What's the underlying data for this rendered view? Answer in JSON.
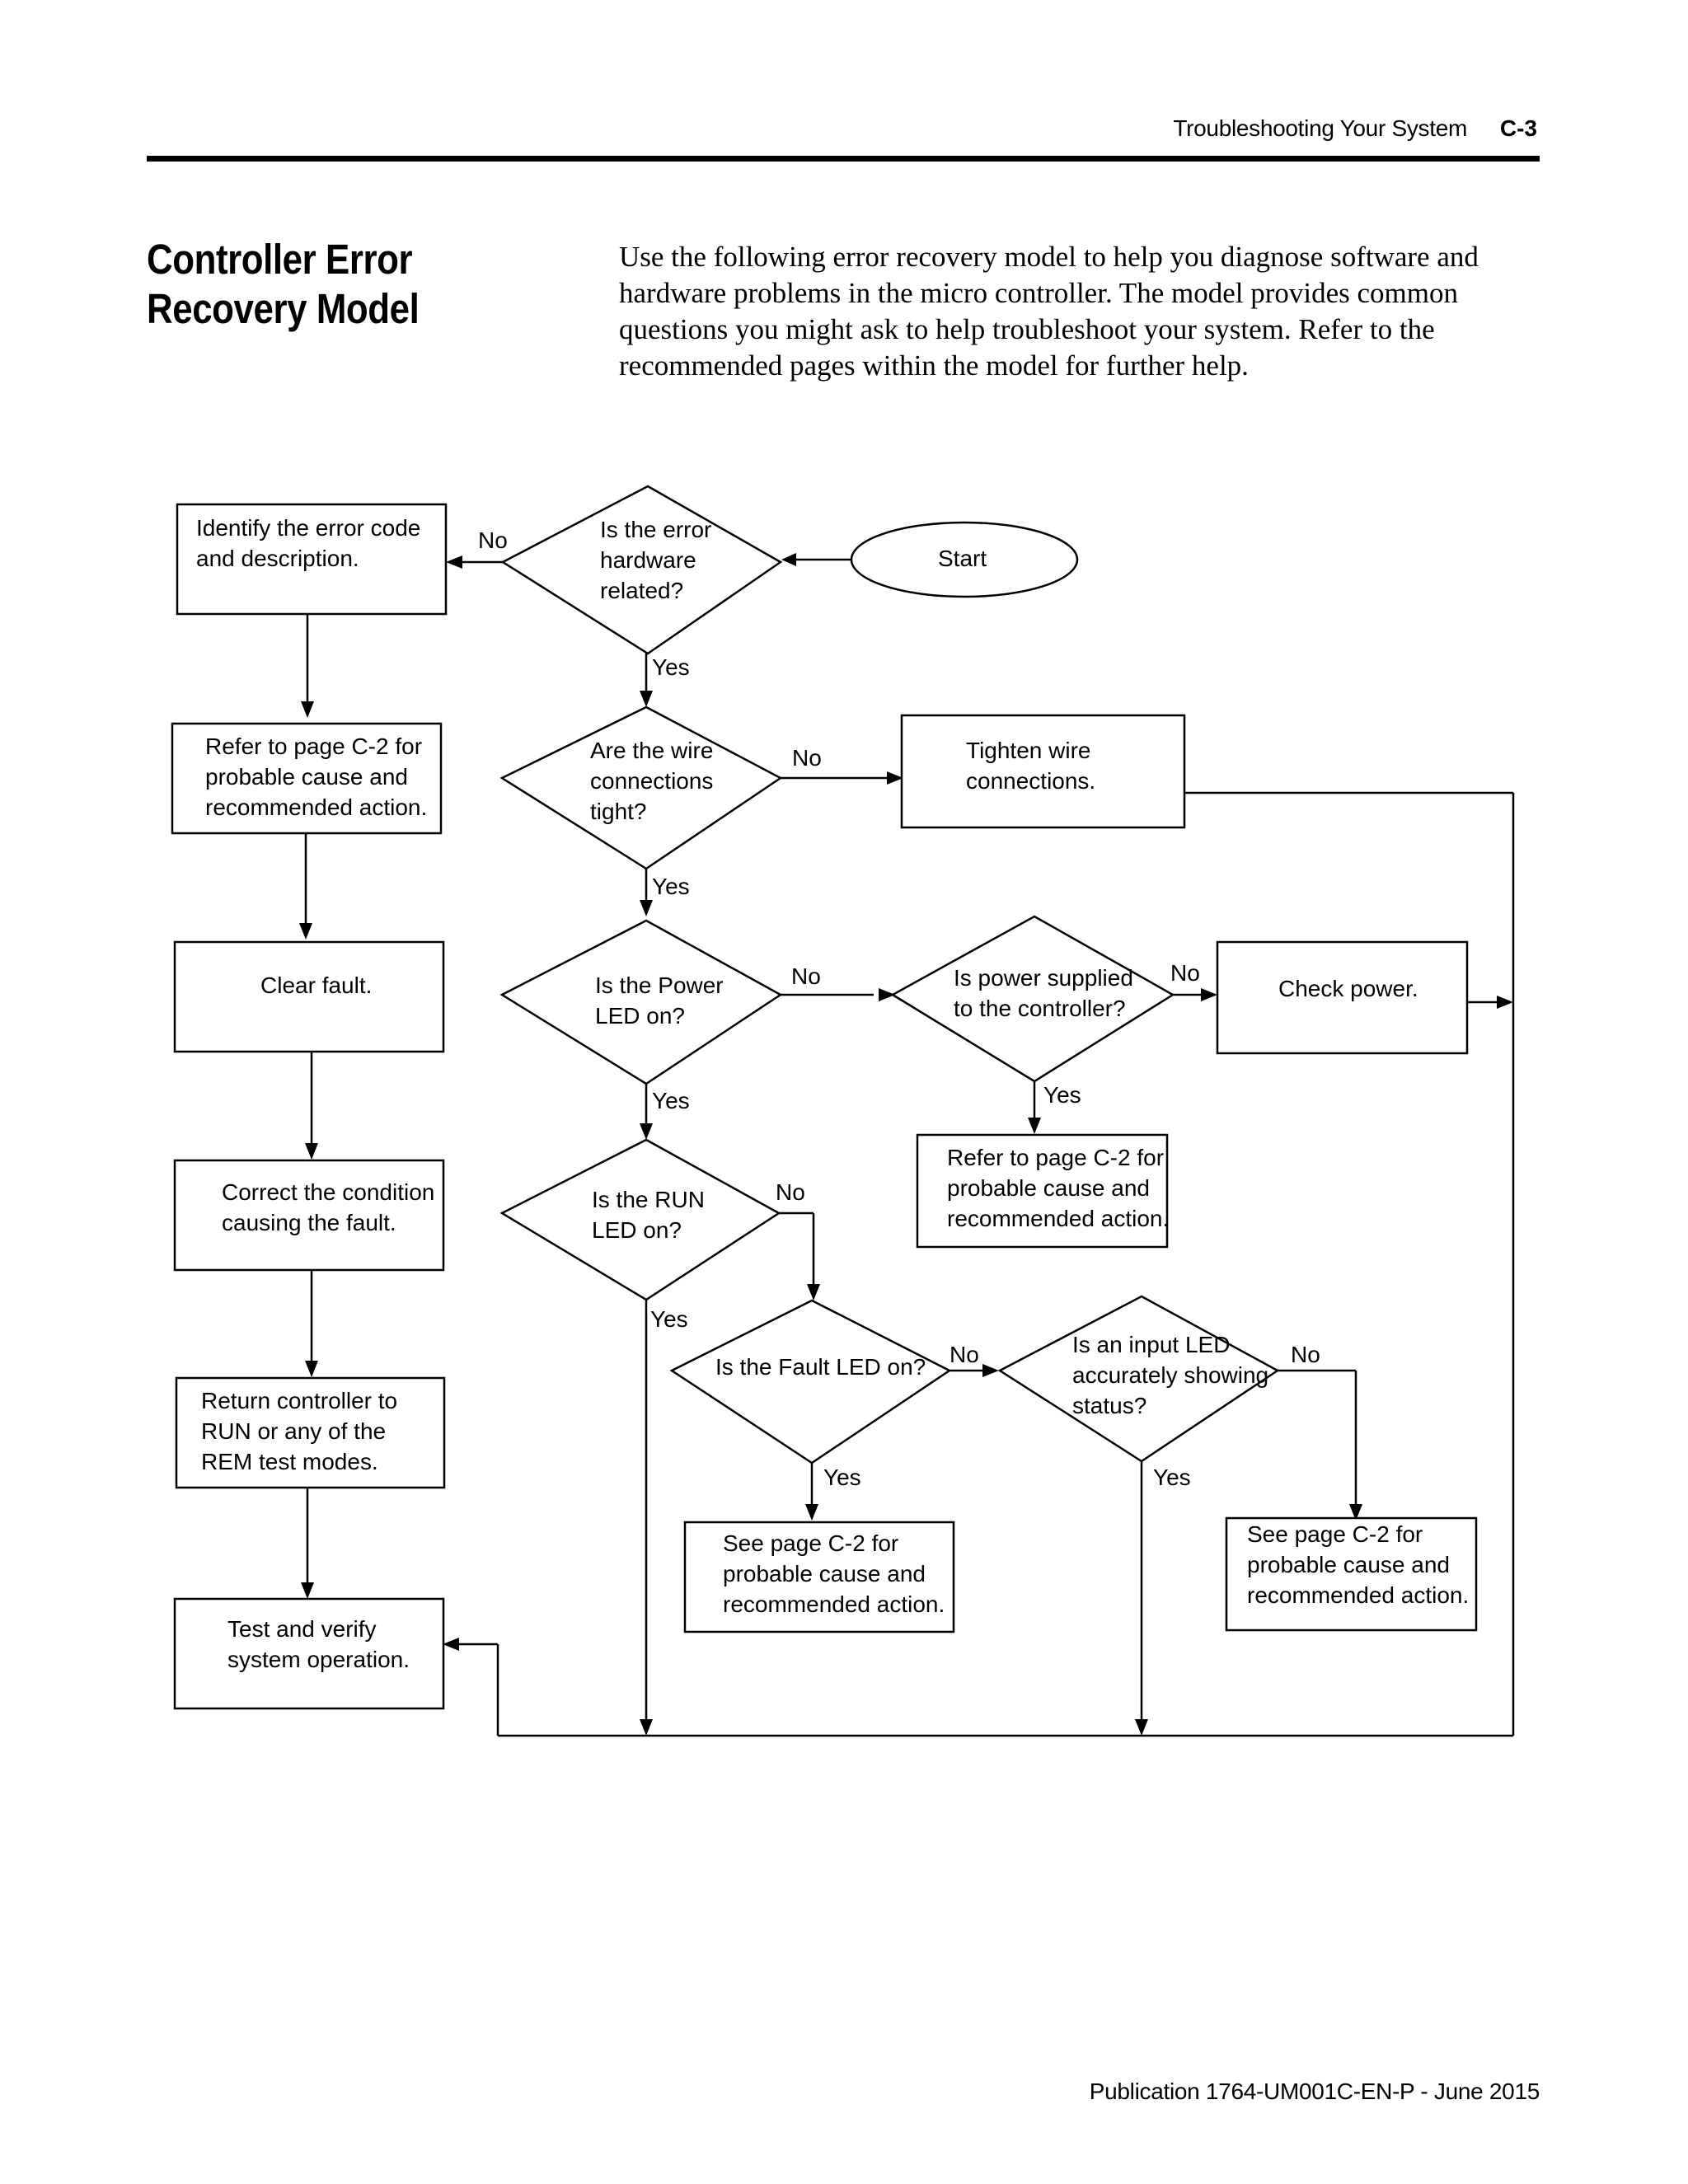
{
  "header": {
    "chapter_title": "Troubleshooting Your System",
    "page_number": "C-3"
  },
  "section_title": "Controller Error Recovery Model",
  "intro_text": "Use the following error recovery model to help you diagnose software and hardware problems in the micro controller. The model provides common questions you might ask to help troubleshoot your system. Refer to the recommended pages within the model for further help.",
  "flowchart": {
    "start": [
      "Start"
    ],
    "identify_error": [
      "Identify the error code",
      "and description."
    ],
    "hardware_related": [
      "Is the error",
      "hardware",
      "related?"
    ],
    "refer_c2_left": [
      "Refer to page C-2 for",
      "probable cause and",
      "recommended action."
    ],
    "wires_tight": [
      "Are the wire",
      "connections",
      "tight?"
    ],
    "tighten_wire": [
      "Tighten wire",
      "connections."
    ],
    "clear_fault": [
      "Clear fault."
    ],
    "power_led": [
      "Is the Power",
      "LED on?"
    ],
    "power_supplied": [
      "Is power supplied",
      "to the controller?"
    ],
    "check_power": [
      "Check power."
    ],
    "correct_condition": [
      "Correct the condition",
      "causing the fault."
    ],
    "run_led": [
      "Is the RUN",
      "LED on?"
    ],
    "refer_c2_mid": [
      "Refer to page C-2 for",
      "probable cause and",
      "recommended action."
    ],
    "fault_led": [
      "Is the Fault LED on?"
    ],
    "input_led": [
      "Is an input LED",
      "accurately showing",
      "status?"
    ],
    "return_controller": [
      "Return controller to",
      "RUN or any of the",
      "REM test modes."
    ],
    "see_c2_fault": [
      "See page C-2 for",
      "probable cause and",
      "recommended action."
    ],
    "see_c2_input": [
      "See page C-2 for",
      "probable cause and",
      "recommended action."
    ],
    "test_verify": [
      "Test and verify",
      "system operation."
    ],
    "yes_label": "Yes",
    "no_label": "No"
  },
  "footer": "Publication 1764-UM001C-EN-P - June 2015"
}
